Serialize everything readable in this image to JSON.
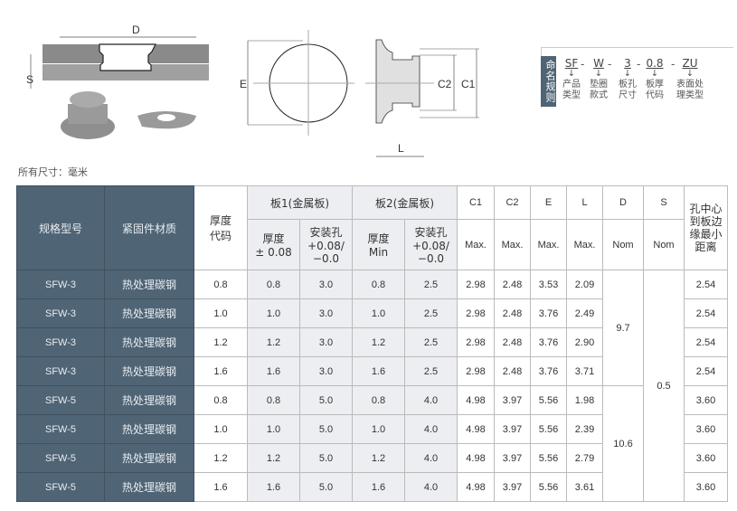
{
  "diagram_labels": {
    "D": "D",
    "S": "S",
    "E": "E",
    "C2": "C2",
    "C1": "C1",
    "L": "L"
  },
  "units_note": "所有尺寸：毫米",
  "naming": {
    "title": "命名规则",
    "parts": [
      {
        "code": "SF",
        "l1": "产品",
        "l2": "类型"
      },
      {
        "code": "W",
        "l1": "垫圈",
        "l2": "款式"
      },
      {
        "code": "3",
        "l1": "板孔",
        "l2": "尺寸"
      },
      {
        "code": "0.8",
        "l1": "板厚",
        "l2": "代码"
      },
      {
        "code": "ZU",
        "l1": "表面处",
        "l2": "理类型"
      }
    ],
    "separator": "-",
    "arrow": "↓"
  },
  "table": {
    "headers": {
      "model": "规格型号",
      "material": "紧固件材质",
      "thk_code": "厚度\n代码",
      "plate1": "板1(金属板)",
      "plate2": "板2(金属板)",
      "p1_thk": "厚度\n± 0.08",
      "p1_hole": "安装孔\n+0.08/\n−0.0",
      "p2_thk": "厚度\nMin",
      "p2_hole": "安装孔\n+0.08/\n−0.0",
      "C1": "C1",
      "C2": "C2",
      "E": "E",
      "L": "L",
      "D": "D",
      "S": "S",
      "max": "Max.",
      "nom": "Nom",
      "edge": "孔中心\n到板边\n缘最小\n距离"
    },
    "rows": [
      [
        "SFW-3",
        "热处理碳钢",
        "0.8",
        "0.8",
        "3.0",
        "0.8",
        "2.5",
        "2.98",
        "2.48",
        "3.53",
        "2.09",
        "2.54"
      ],
      [
        "SFW-3",
        "热处理碳钢",
        "1.0",
        "1.0",
        "3.0",
        "1.0",
        "2.5",
        "2.98",
        "2.48",
        "3.76",
        "2.49",
        "2.54"
      ],
      [
        "SFW-3",
        "热处理碳钢",
        "1.2",
        "1.2",
        "3.0",
        "1.2",
        "2.5",
        "2.98",
        "2.48",
        "3.76",
        "2.90",
        "2.54"
      ],
      [
        "SFW-3",
        "热处理碳钢",
        "1.6",
        "1.6",
        "3.0",
        "1.6",
        "2.5",
        "2.98",
        "2.48",
        "3.76",
        "3.71",
        "2.54"
      ],
      [
        "SFW-5",
        "热处理碳钢",
        "0.8",
        "0.8",
        "5.0",
        "0.8",
        "4.0",
        "4.98",
        "3.97",
        "5.56",
        "1.98",
        "3.60"
      ],
      [
        "SFW-5",
        "热处理碳钢",
        "1.0",
        "1.0",
        "5.0",
        "1.0",
        "4.0",
        "4.98",
        "3.97",
        "5.56",
        "2.39",
        "3.60"
      ],
      [
        "SFW-5",
        "热处理碳钢",
        "1.2",
        "1.2",
        "5.0",
        "1.2",
        "4.0",
        "4.98",
        "3.97",
        "5.56",
        "2.79",
        "3.60"
      ],
      [
        "SFW-5",
        "热处理碳钢",
        "1.6",
        "1.6",
        "5.0",
        "1.6",
        "4.0",
        "4.98",
        "3.97",
        "5.56",
        "3.61",
        "3.60"
      ]
    ],
    "D_values": [
      "9.7",
      "10.6"
    ],
    "S_value": "0.5"
  }
}
